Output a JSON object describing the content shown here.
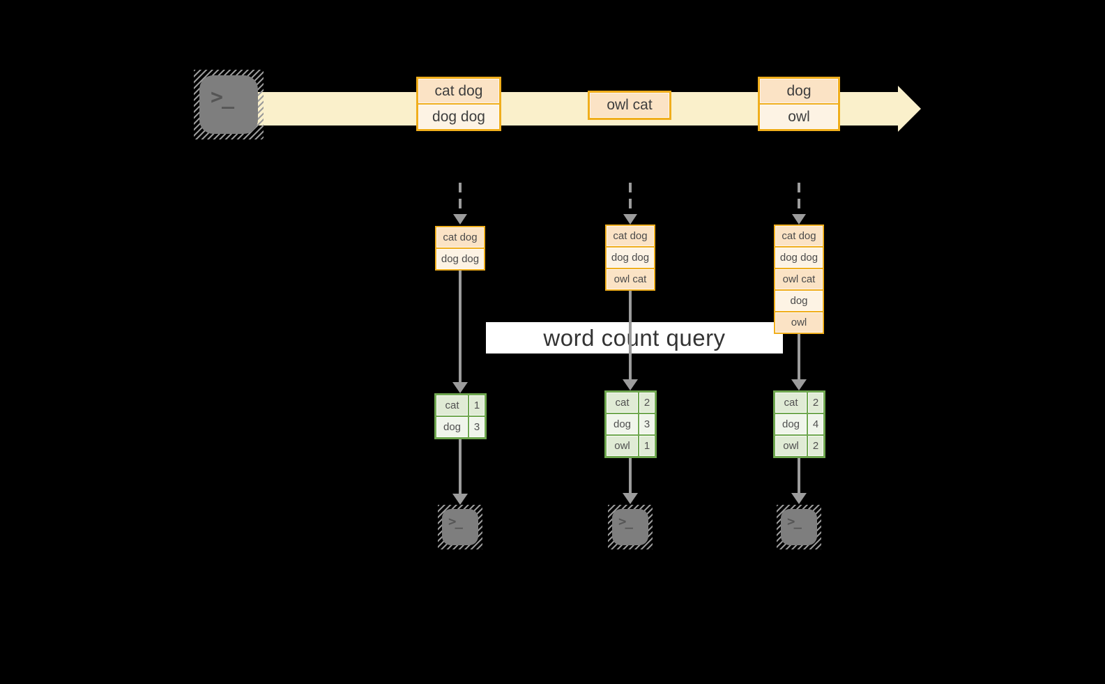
{
  "title": "word count query streaming diagram",
  "colors": {
    "gold": "#F0AE1C",
    "peach": "#FBE3C5",
    "cream": "#FDF3E4",
    "band": "#FAF0CB",
    "green": "#6FA74F",
    "greendark": "#E0EBD5",
    "greenlight": "#F0F5EB",
    "arrow": "#9C9C9C",
    "terminal": "#7E7E7E"
  },
  "terminal": {
    "prompt": ">_"
  },
  "banner": {
    "label": "word count query"
  },
  "stream": {
    "boxes": [
      {
        "rows": [
          "cat dog",
          "dog dog"
        ]
      },
      {
        "rows": [
          "owl cat"
        ]
      },
      {
        "rows": [
          "dog",
          "owl"
        ]
      }
    ]
  },
  "columns": [
    {
      "batch": [
        "cat dog",
        "dog dog"
      ],
      "counts": [
        {
          "word": "cat",
          "count": "1"
        },
        {
          "word": "dog",
          "count": "3"
        }
      ]
    },
    {
      "batch": [
        "cat dog",
        "dog dog",
        "owl cat"
      ],
      "counts": [
        {
          "word": "cat",
          "count": "2"
        },
        {
          "word": "dog",
          "count": "3"
        },
        {
          "word": "owl",
          "count": "1"
        }
      ]
    },
    {
      "batch": [
        "cat dog",
        "dog dog",
        "owl cat",
        "dog",
        "owl"
      ],
      "counts": [
        {
          "word": "cat",
          "count": "2"
        },
        {
          "word": "dog",
          "count": "4"
        },
        {
          "word": "owl",
          "count": "2"
        }
      ]
    }
  ]
}
